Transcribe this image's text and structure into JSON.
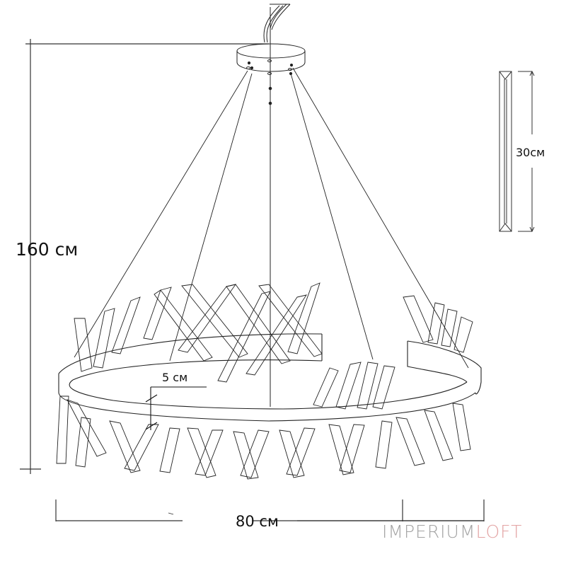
{
  "diagram": {
    "subject": "pendant chandelier with ring and crystal prisms",
    "dimensions": {
      "height_label": "160 см",
      "width_label": "80 см",
      "band_label": "5 см",
      "crystal_label": "30см"
    },
    "brand": {
      "part1": "IMPERIUM",
      "part2": "LOFT",
      "color_part1": "#a3a3a3",
      "color_part2": "#e3a3a3"
    },
    "colors": {
      "line": "#222222",
      "background": "#ffffff"
    }
  }
}
